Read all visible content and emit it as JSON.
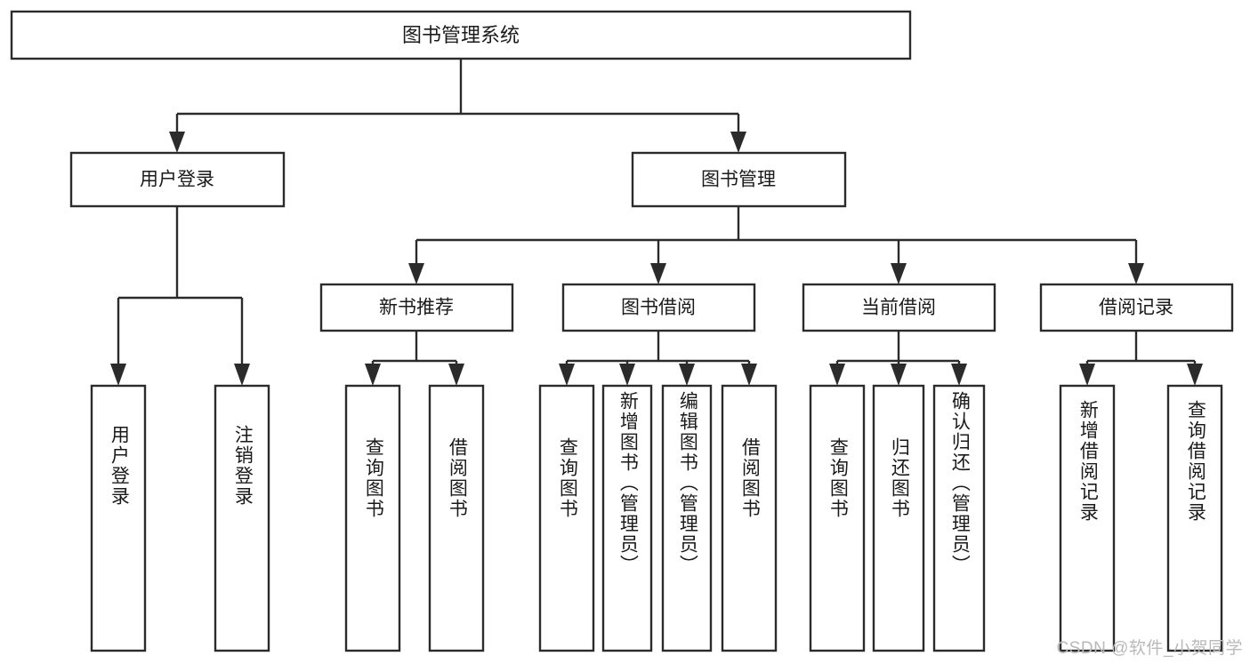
{
  "diagram": {
    "type": "hierarchy-tree",
    "title": "图书管理系统",
    "watermark": "CSDN @软件_小贺同学",
    "colors": {
      "stroke": "#2b2b2b",
      "fill": "#ffffff",
      "text": "#1a1a1a",
      "watermark": "#b9b9b9",
      "background": "#ffffff"
    },
    "root": {
      "label": "图书管理系统",
      "orientation": "horizontal"
    },
    "level2": [
      {
        "label": "用户登录",
        "orientation": "horizontal"
      },
      {
        "label": "图书管理",
        "orientation": "horizontal"
      }
    ],
    "level3": [
      {
        "label": "新书推荐",
        "orientation": "horizontal"
      },
      {
        "label": "图书借阅",
        "orientation": "horizontal"
      },
      {
        "label": "当前借阅",
        "orientation": "horizontal"
      },
      {
        "label": "借阅记录",
        "orientation": "horizontal"
      }
    ],
    "leaves": {
      "user_login": [
        {
          "label": "用户登录",
          "orientation": "vertical"
        },
        {
          "label": "注销登录",
          "orientation": "vertical"
        }
      ],
      "new_book_recommend": [
        {
          "label": "查询图书",
          "orientation": "vertical"
        },
        {
          "label": "借阅图书",
          "orientation": "vertical"
        }
      ],
      "book_borrow": [
        {
          "label": "查询图书",
          "orientation": "vertical"
        },
        {
          "label": "新增图书（管理员）",
          "orientation": "vertical"
        },
        {
          "label": "编辑图书（管理员）",
          "orientation": "vertical"
        },
        {
          "label": "借阅图书",
          "orientation": "vertical"
        }
      ],
      "current_borrow": [
        {
          "label": "查询图书",
          "orientation": "vertical"
        },
        {
          "label": "归还图书",
          "orientation": "vertical"
        },
        {
          "label": "确认归还（管理员）",
          "orientation": "vertical"
        }
      ],
      "borrow_record": [
        {
          "label": "新增借阅记录",
          "orientation": "vertical"
        },
        {
          "label": "查询借阅记录",
          "orientation": "vertical"
        }
      ]
    }
  }
}
